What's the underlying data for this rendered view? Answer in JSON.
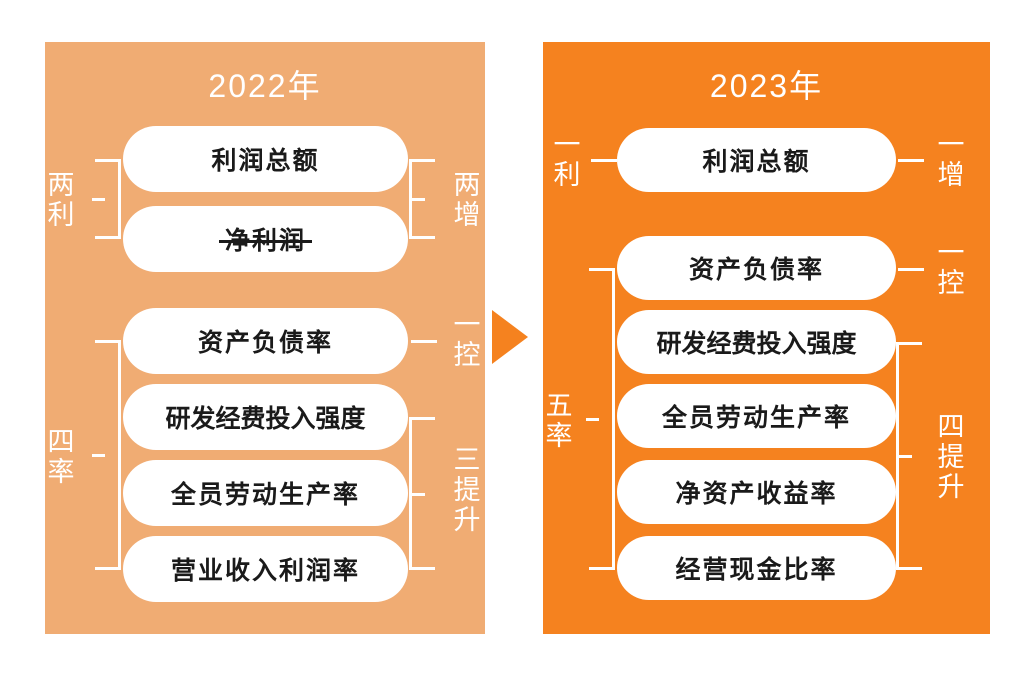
{
  "diagram": {
    "title_hidden": "国企改革考核指标 2022年 与 2023年 对比",
    "arrow": "right-triangle-arrow",
    "colors": {
      "panel_2022_bg": "#f0ac73",
      "panel_2023_bg": "#f5821f",
      "box_bg": "#ffffff",
      "line": "#ffffff",
      "box_text": "#1a1a1a",
      "arrow": "#f5821f",
      "canvas_bg": "#ffffff"
    }
  },
  "panels": [
    {
      "id": "2022",
      "title": "2022年",
      "boxes": [
        {
          "label": "利润总额",
          "struck": false
        },
        {
          "label": "净利润",
          "struck": true
        },
        {
          "label": "资产负债率",
          "struck": false
        },
        {
          "label": "研发经费投入强度",
          "struck": false
        },
        {
          "label": "全员劳动生产率",
          "struck": false
        },
        {
          "label": "营业收入利润率",
          "struck": true
        }
      ],
      "left_groups": [
        {
          "label": "两利",
          "type": "bracket",
          "covers": [
            "利润总额",
            "净利润"
          ]
        },
        {
          "label": "四率",
          "type": "bracket",
          "covers": [
            "资产负债率",
            "研发经费投入强度",
            "全员劳动生产率",
            "营业收入利润率"
          ]
        }
      ],
      "right_groups": [
        {
          "label": "两增",
          "type": "bracket",
          "covers": [
            "利润总额",
            "净利润"
          ]
        },
        {
          "label": "一控",
          "type": "connector",
          "covers": [
            "资产负债率"
          ]
        },
        {
          "label": "三提升",
          "type": "bracket",
          "covers": [
            "研发经费投入强度",
            "全员劳动生产率",
            "营业收入利润率"
          ]
        }
      ]
    },
    {
      "id": "2023",
      "title": "2023年",
      "boxes": [
        {
          "label": "利润总额",
          "struck": false
        },
        {
          "label": "资产负债率",
          "struck": false
        },
        {
          "label": "研发经费投入强度",
          "struck": false
        },
        {
          "label": "全员劳动生产率",
          "struck": false
        },
        {
          "label": "净资产收益率",
          "struck": false
        },
        {
          "label": "经营现金比率",
          "struck": false
        }
      ],
      "left_groups": [
        {
          "label": "一利",
          "type": "connector",
          "covers": [
            "利润总额"
          ]
        },
        {
          "label": "五率",
          "type": "bracket",
          "covers": [
            "资产负债率",
            "研发经费投入强度",
            "全员劳动生产率",
            "净资产收益率",
            "经营现金比率"
          ]
        }
      ],
      "right_groups": [
        {
          "label": "一增",
          "type": "connector",
          "covers": [
            "利润总额"
          ]
        },
        {
          "label": "一控",
          "type": "connector",
          "covers": [
            "资产负债率"
          ]
        },
        {
          "label": "四提升",
          "type": "bracket",
          "covers": [
            "研发经费投入强度",
            "全员劳动生产率",
            "净资产收益率",
            "经营现金比率"
          ]
        }
      ]
    }
  ],
  "labels": {
    "l2022_liangli": "两\n利",
    "l2022_silv": "四\n率",
    "r2022_liangzeng": "两\n增",
    "r2022_yikong": "一\n控",
    "r2022_santisheng": "三\n提\n升",
    "l2023_yili": "一\n利",
    "l2023_wulv": "五\n率",
    "r2023_yizeng": "一\n增",
    "r2023_yikong": "一\n控",
    "r2023_sitisheng": "四\n提\n升"
  }
}
